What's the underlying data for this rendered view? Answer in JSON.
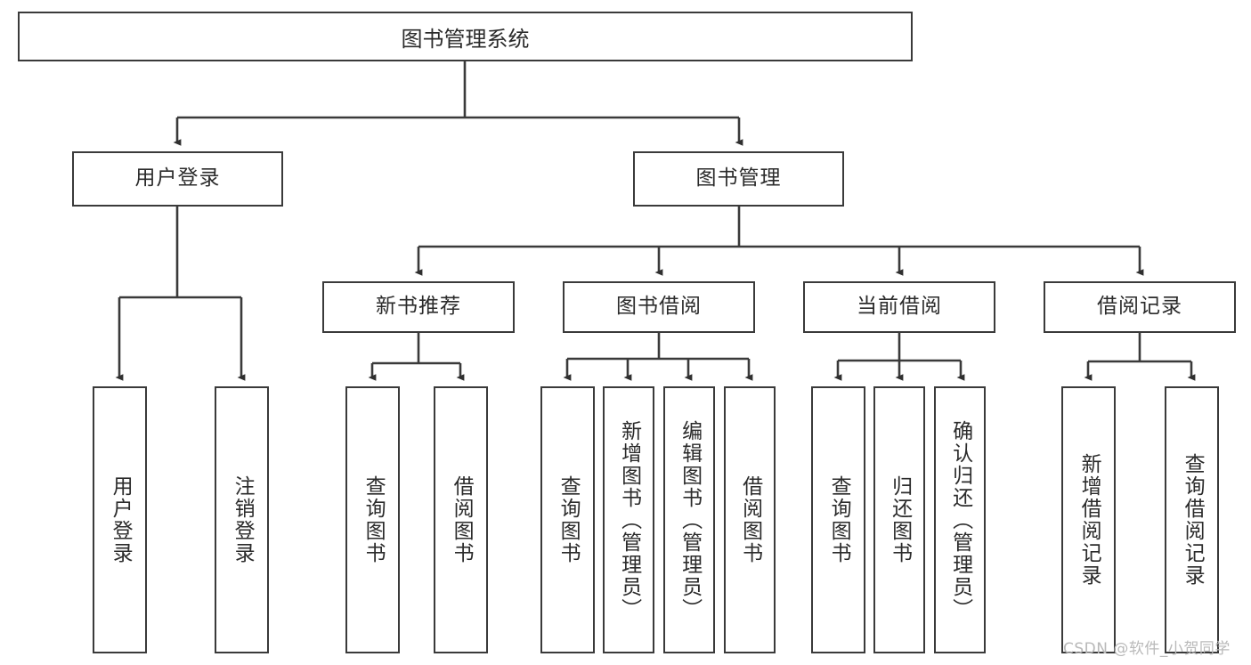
{
  "diagram": {
    "title": "图书管理系统",
    "type": "hierarchy-tree",
    "watermark": "CSDN @软件_小贺同学",
    "colors": {
      "stroke": "#3a3a3a",
      "box_fill": "#ffffff",
      "text": "#2b2b2b",
      "watermark": "#b9b9b9",
      "background": "#ffffff"
    },
    "root": {
      "label": "图书管理系统"
    },
    "level2": [
      {
        "label": "用户登录"
      },
      {
        "label": "图书管理"
      }
    ],
    "level3": [
      {
        "label": "新书推荐"
      },
      {
        "label": "图书借阅"
      },
      {
        "label": "当前借阅"
      },
      {
        "label": "借阅记录"
      }
    ],
    "leaves": {
      "user_login": [
        {
          "label": "用户登录"
        },
        {
          "label": "注销登录"
        }
      ],
      "new_book_recommend": [
        {
          "label": "查询图书"
        },
        {
          "label": "借阅图书"
        }
      ],
      "book_borrow": [
        {
          "label": "查询图书"
        },
        {
          "label": "新增图书（管理员）"
        },
        {
          "label": "编辑图书（管理员）"
        },
        {
          "label": "借阅图书"
        }
      ],
      "current_borrow": [
        {
          "label": "查询图书"
        },
        {
          "label": "归还图书"
        },
        {
          "label": "确认归还（管理员）"
        }
      ],
      "borrow_record": [
        {
          "label": "新增借阅记录"
        },
        {
          "label": "查询借阅记录"
        }
      ]
    }
  }
}
